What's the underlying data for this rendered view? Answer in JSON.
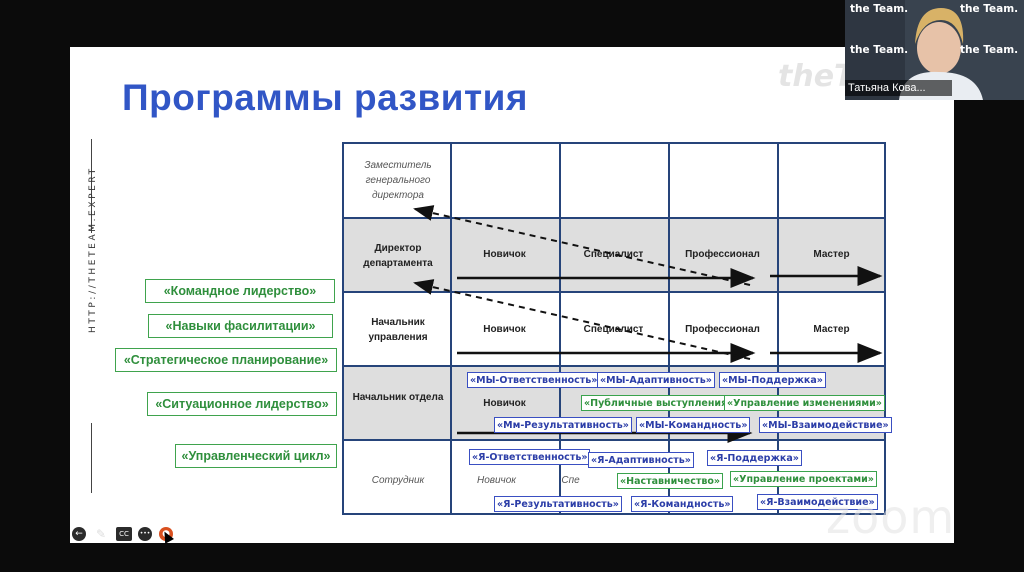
{
  "slide": {
    "title": "Программы развития",
    "watermark": "theT",
    "vertical_text": "HTTP://THETEAM.EXPERT"
  },
  "programs": [
    "«Командное лидерство»",
    "«Навыки фасилитации»",
    "«Стратегическое планирование»",
    "«Ситуационное лидерство»",
    "«Управленческий цикл»"
  ],
  "grid": {
    "rows": [
      {
        "label": "Заместитель генерального директора",
        "style": "italic",
        "shaded": false,
        "cells": [
          "",
          "",
          "",
          ""
        ]
      },
      {
        "label": "Директор департамента",
        "style": "bold",
        "shaded": true,
        "cells": [
          "Новичок",
          "Специалист",
          "Профессионал",
          "Мастер"
        ]
      },
      {
        "label": "Начальник управления",
        "style": "bold",
        "shaded": false,
        "cells": [
          "Новичок",
          "Специалист",
          "Профессионал",
          "Мастер"
        ]
      },
      {
        "label": "Начальник отдела",
        "style": "bold",
        "shaded": true,
        "cells": [
          "Новичок",
          "",
          "",
          ""
        ]
      },
      {
        "label": "Сотрудник",
        "style": "italic",
        "shaded": false,
        "cells": [
          "Новичок",
          "Спе",
          "",
          ""
        ]
      }
    ]
  },
  "tags_manager": [
    {
      "text": "«МЫ-Ответственность»",
      "color": "blue"
    },
    {
      "text": "«МЫ-Адаптивность»",
      "color": "blue"
    },
    {
      "text": "«МЫ-Поддержка»",
      "color": "blue"
    },
    {
      "text": "«Публичные выступления»",
      "color": "green"
    },
    {
      "text": "«Управление изменениями»",
      "color": "green"
    },
    {
      "text": "«Мм-Результативность»",
      "color": "blue"
    },
    {
      "text": "«МЫ-Командность»",
      "color": "blue"
    },
    {
      "text": "«МЫ-Взаимодействие»",
      "color": "blue"
    }
  ],
  "tags_employee": [
    {
      "text": "«Я-Ответственность»",
      "color": "blue"
    },
    {
      "text": "«Я-Адаптивность»",
      "color": "blue"
    },
    {
      "text": "«Я-Поддержка»",
      "color": "blue"
    },
    {
      "text": "«Наставничество»",
      "color": "green"
    },
    {
      "text": "«Управление проектами»",
      "color": "green"
    },
    {
      "text": "«Я-Результативность»",
      "color": "blue"
    },
    {
      "text": "«Я-Командность»",
      "color": "blue"
    },
    {
      "text": "«Я-Взаимодействие»",
      "color": "blue"
    }
  ],
  "toolbar": {
    "icons": [
      "back-icon",
      "pen-icon",
      "cc-icon",
      "more-icon",
      "laser-pointer-icon"
    ],
    "cc_label": "CC",
    "more_label": "•••"
  },
  "zoom_watermark": "zoom",
  "camera": {
    "participant_name": "Татьяна Кова...",
    "brand_text": "the Team."
  },
  "colors": {
    "title": "#3156c6",
    "grid_border": "#26447a",
    "program_green": "#3fa34d",
    "tag_blue": "#3a4fc2"
  }
}
